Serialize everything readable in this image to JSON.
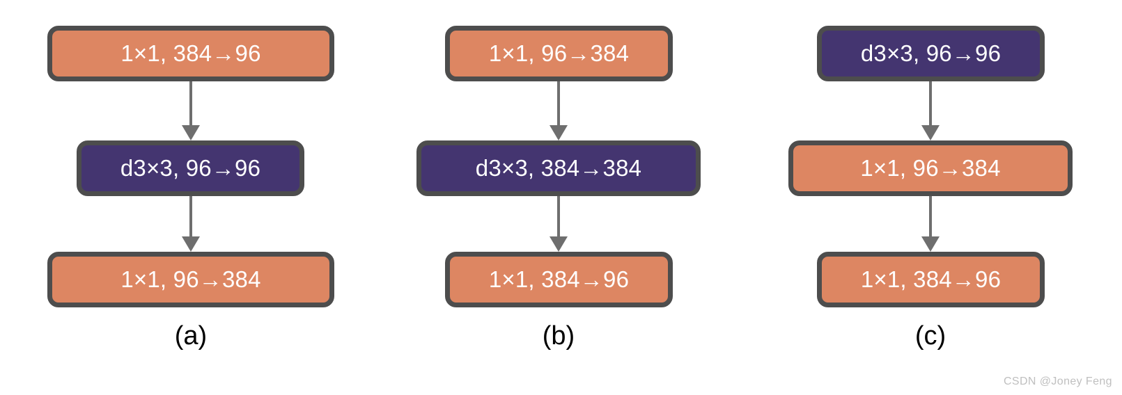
{
  "figure": {
    "watermark": "CSDN @Joney Feng",
    "colors": {
      "orange": "#dd8662",
      "purple": "#443570",
      "border": "#4d4d4d",
      "arrow": "#6e6e6e",
      "watermark_text": "#bfbfbf",
      "background": "#ffffff"
    },
    "columns": [
      {
        "caption": "(a)",
        "nodes": [
          {
            "label": "1×1, 384→96",
            "color": "orange",
            "width": "wide"
          },
          {
            "label": "d3×3, 96→96",
            "color": "purple",
            "width": "narrow"
          },
          {
            "label": "1×1, 96→384",
            "color": "orange",
            "width": "wide"
          }
        ]
      },
      {
        "caption": "(b)",
        "nodes": [
          {
            "label": "1×1, 96→384",
            "color": "orange",
            "width": "narrow"
          },
          {
            "label": "d3×3, 384→384",
            "color": "purple",
            "width": "wide"
          },
          {
            "label": "1×1, 384→96",
            "color": "orange",
            "width": "narrow"
          }
        ]
      },
      {
        "caption": "(c)",
        "nodes": [
          {
            "label": "d3×3, 96→96",
            "color": "purple",
            "width": "narrow"
          },
          {
            "label": "1×1, 96→384",
            "color": "orange",
            "width": "wide"
          },
          {
            "label": "1×1, 384→96",
            "color": "orange",
            "width": "narrow"
          }
        ]
      }
    ]
  }
}
